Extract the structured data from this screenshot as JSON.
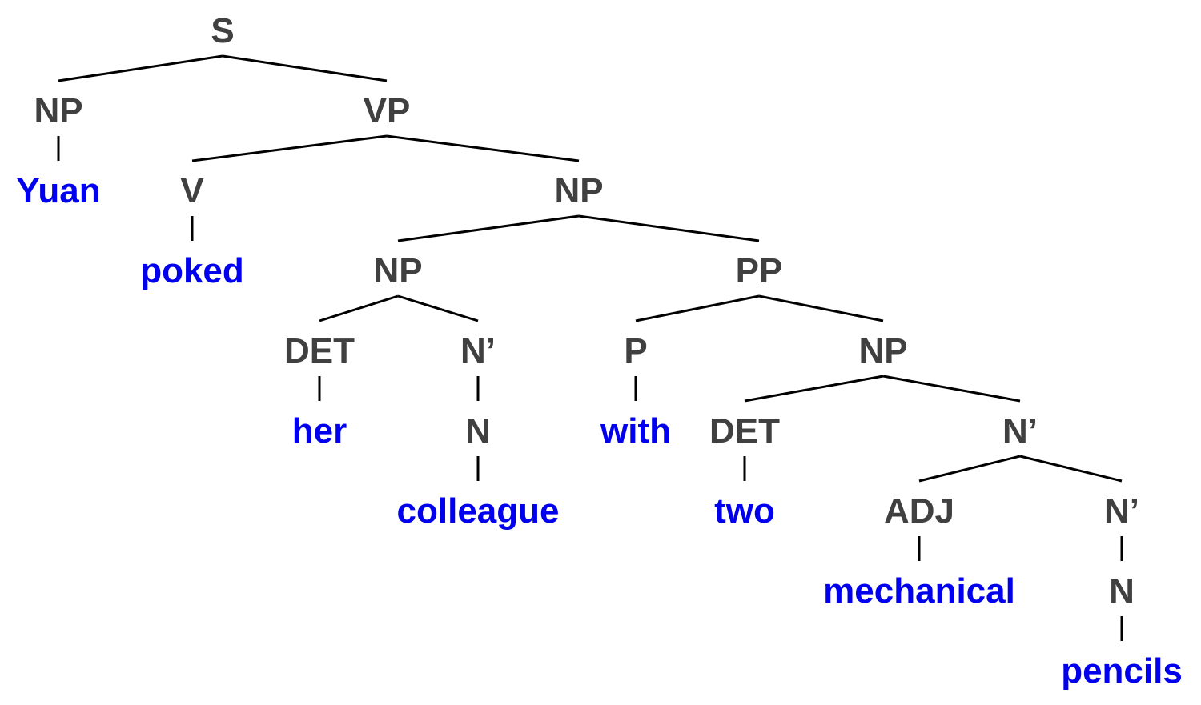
{
  "colors": {
    "category": "#404040",
    "word": "#0000ee",
    "line": "#000000"
  },
  "tree": {
    "nodes": [
      {
        "id": "s",
        "text": "S",
        "kind": "cat"
      },
      {
        "id": "np1",
        "text": "NP",
        "kind": "cat",
        "parent": "s"
      },
      {
        "id": "vp",
        "text": "VP",
        "kind": "cat",
        "parent": "s"
      },
      {
        "id": "yuan",
        "text": "Yuan",
        "kind": "word",
        "parent": "np1"
      },
      {
        "id": "v",
        "text": "V",
        "kind": "cat",
        "parent": "vp"
      },
      {
        "id": "np2",
        "text": "NP",
        "kind": "cat",
        "parent": "vp"
      },
      {
        "id": "poked",
        "text": "poked",
        "kind": "word",
        "parent": "v"
      },
      {
        "id": "np3",
        "text": "NP",
        "kind": "cat",
        "parent": "np2"
      },
      {
        "id": "pp",
        "text": "PP",
        "kind": "cat",
        "parent": "np2"
      },
      {
        "id": "det1",
        "text": "DET",
        "kind": "cat",
        "parent": "np3"
      },
      {
        "id": "nbar1",
        "text": "N’",
        "kind": "cat",
        "parent": "np3"
      },
      {
        "id": "p",
        "text": "P",
        "kind": "cat",
        "parent": "pp"
      },
      {
        "id": "np4",
        "text": "NP",
        "kind": "cat",
        "parent": "pp"
      },
      {
        "id": "her",
        "text": "her",
        "kind": "word",
        "parent": "det1"
      },
      {
        "id": "n1",
        "text": "N",
        "kind": "cat",
        "parent": "nbar1"
      },
      {
        "id": "with",
        "text": "with",
        "kind": "word",
        "parent": "p"
      },
      {
        "id": "det2",
        "text": "DET",
        "kind": "cat",
        "parent": "np4"
      },
      {
        "id": "nbar2",
        "text": "N’",
        "kind": "cat",
        "parent": "np4"
      },
      {
        "id": "colleague",
        "text": "colleague",
        "kind": "word",
        "parent": "n1"
      },
      {
        "id": "two",
        "text": "two",
        "kind": "word",
        "parent": "det2"
      },
      {
        "id": "adj",
        "text": "ADJ",
        "kind": "cat",
        "parent": "nbar2"
      },
      {
        "id": "nbar3",
        "text": "N’",
        "kind": "cat",
        "parent": "nbar2"
      },
      {
        "id": "mechanical",
        "text": "mechanical",
        "kind": "word",
        "parent": "adj"
      },
      {
        "id": "n2",
        "text": "N",
        "kind": "cat",
        "parent": "nbar3"
      },
      {
        "id": "pencils",
        "text": "pencils",
        "kind": "word",
        "parent": "n2"
      }
    ]
  }
}
